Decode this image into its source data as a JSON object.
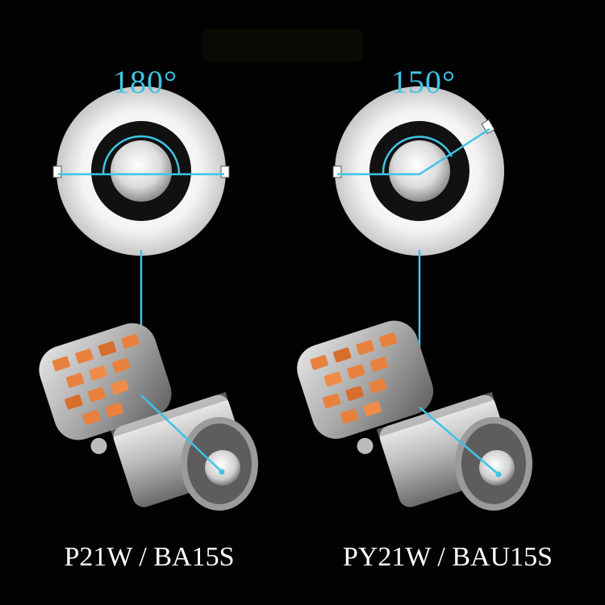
{
  "left_bulb": {
    "angle_text": "180°",
    "model_text": "P21W / BA15S",
    "pin_angle_deg": 180
  },
  "right_bulb": {
    "angle_text": "150°",
    "model_text": "PY21W / BAU15S",
    "pin_angle_deg": 150
  },
  "colors": {
    "background": "#000000",
    "accent_cyan": "#3fc3e6",
    "label_white": "#ffffff",
    "led_orange": "#e8813e"
  }
}
